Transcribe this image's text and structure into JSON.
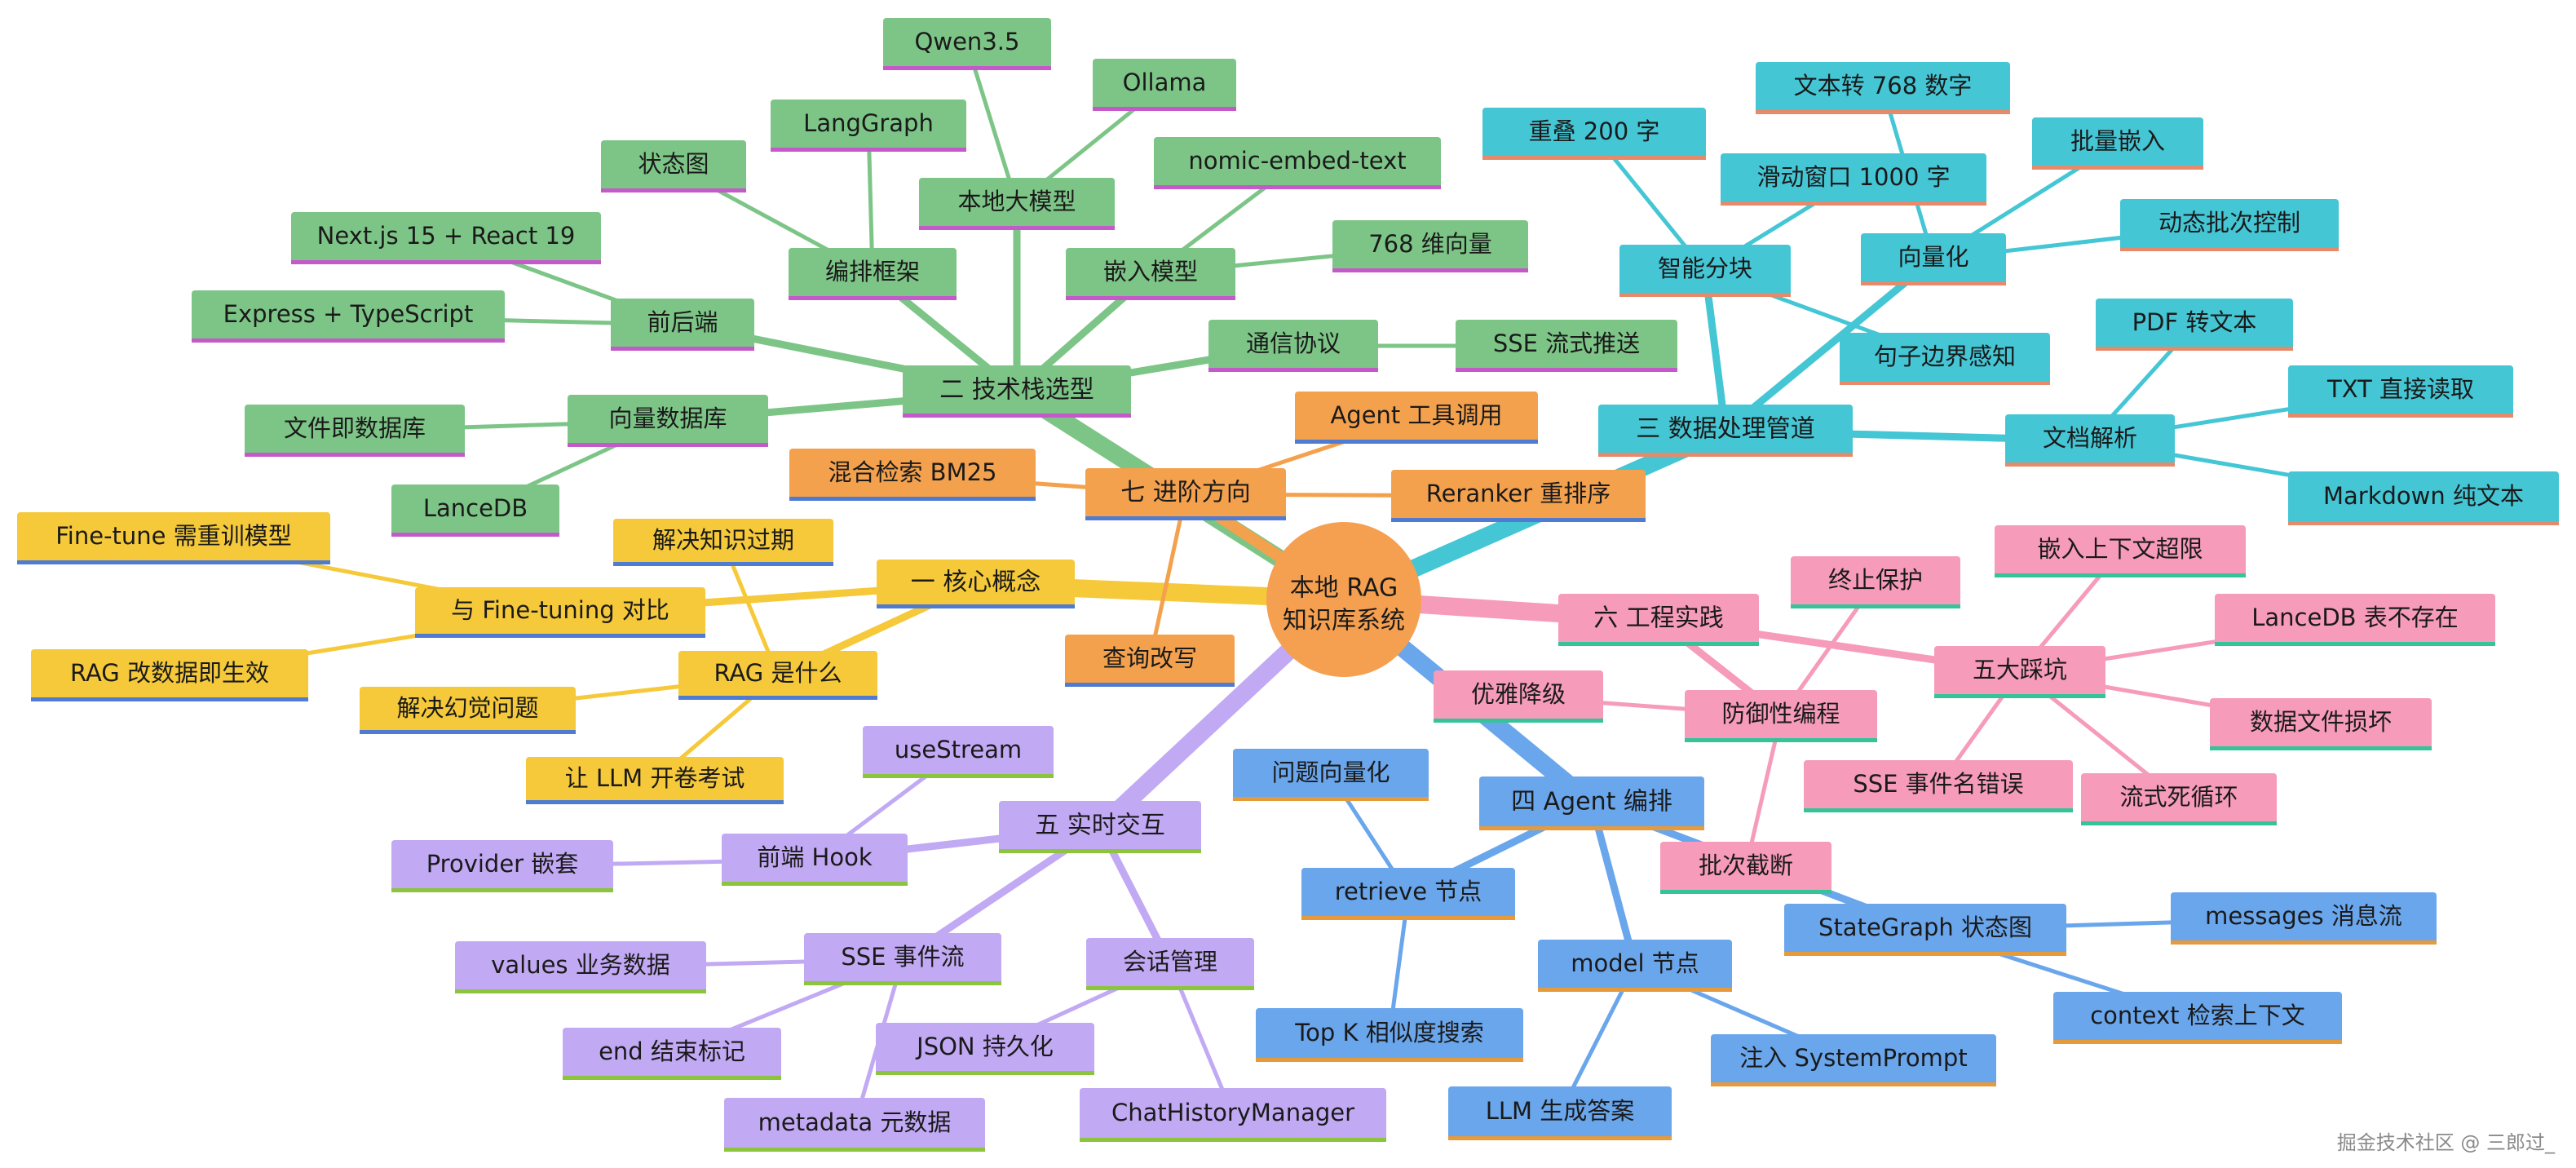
{
  "root": {
    "line1": "本地 RAG",
    "line2": "知识库系统"
  },
  "watermark": "掘金技术社区 @ 三郎过_",
  "colors": {
    "root": "#F5A050",
    "branch_core": "#F5C93A",
    "branch_tech": "#7DC587",
    "branch_data": "#44C6D5",
    "branch_agent": "#6AA6EC",
    "branch_realtime": "#C1A9F4",
    "branch_practice": "#F69BB9",
    "branch_future": "#F4A14D"
  },
  "branches": {
    "core": {
      "label": "一 核心概念",
      "children": {
        "what": {
          "label": "RAG 是什么",
          "children": [
            "解决知识过期",
            "解决幻觉问题",
            "让 LLM 开卷考试"
          ]
        },
        "vs": {
          "label": "与 Fine-tuning 对比",
          "children": [
            "Fine-tune 需重训模型",
            "RAG 改数据即生效"
          ]
        }
      }
    },
    "tech": {
      "label": "二 技术栈选型",
      "children": {
        "llm": {
          "label": "本地大模型",
          "children": [
            "Qwen3.5",
            "Ollama"
          ]
        },
        "orchestration": {
          "label": "编排框架",
          "children": [
            "LangGraph",
            "状态图"
          ]
        },
        "fullstack": {
          "label": "前后端",
          "children": [
            "Next.js 15 + React 19",
            "Express + TypeScript"
          ]
        },
        "vectordb": {
          "label": "向量数据库",
          "children": [
            "文件即数据库",
            "LanceDB"
          ]
        },
        "embedding": {
          "label": "嵌入模型",
          "children": [
            "nomic-embed-text",
            "768 维向量"
          ]
        },
        "protocol": {
          "label": "通信协议",
          "children": [
            "SSE 流式推送"
          ]
        }
      }
    },
    "data": {
      "label": "三 数据处理管道",
      "children": {
        "chunking": {
          "label": "智能分块",
          "children": [
            "重叠 200 字",
            "滑动窗口 1000 字",
            "句子边界感知"
          ]
        },
        "vectorize": {
          "label": "向量化",
          "children": [
            "文本转 768 数字",
            "批量嵌入",
            "动态批次控制"
          ]
        },
        "parsing": {
          "label": "文档解析",
          "children": [
            "PDF 转文本",
            "TXT 直接读取",
            "Markdown 纯文本"
          ]
        }
      }
    },
    "agent": {
      "label": "四 Agent 编排",
      "children": {
        "retrieve": {
          "label": "retrieve 节点",
          "children": [
            "问题向量化",
            "Top K 相似度搜索"
          ]
        },
        "model": {
          "label": "model 节点",
          "children": [
            "注入 SystemPrompt",
            "LLM 生成答案"
          ]
        },
        "graph": {
          "label": "StateGraph 状态图",
          "children": [
            "messages 消息流",
            "context 检索上下文"
          ]
        }
      }
    },
    "realtime": {
      "label": "五 实时交互",
      "children": {
        "hook": {
          "label": "前端 Hook",
          "children": [
            "useStream",
            "Provider 嵌套"
          ]
        },
        "sse": {
          "label": "SSE 事件流",
          "children": [
            "values 业务数据",
            "end 结束标记",
            "metadata 元数据"
          ]
        },
        "session": {
          "label": "会话管理",
          "children": [
            "JSON 持久化",
            "ChatHistoryManager"
          ]
        }
      }
    },
    "practice": {
      "label": "六 工程实践",
      "children": {
        "defensive": {
          "label": "防御性编程",
          "children": [
            "终止保护",
            "优雅降级",
            "批次截断"
          ]
        },
        "pitfalls": {
          "label": "五大踩坑",
          "children": [
            "嵌入上下文超限",
            "LanceDB 表不存在",
            "数据文件损坏",
            "流式死循环",
            "SSE 事件名错误"
          ]
        }
      }
    },
    "future": {
      "label": "七 进阶方向",
      "children": [
        "Agent 工具调用",
        "混合检索 BM25",
        "Reranker 重排序",
        "查询改写"
      ]
    }
  }
}
